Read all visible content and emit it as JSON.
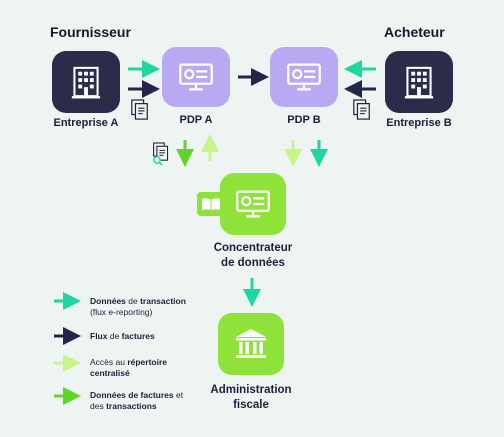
{
  "roles": {
    "supplier": "Fournisseur",
    "buyer": "Acheteur"
  },
  "nodes": {
    "company_a": "Entreprise A",
    "pdp_a": "PDP A",
    "pdp_b": "PDP B",
    "company_b": "Entreprise B",
    "hub_line1": "Concentrateur",
    "hub_line2": "de données",
    "admin_line1": "Administration",
    "admin_line2": "fiscale"
  },
  "legend": {
    "transaction_bold1": "Données",
    "transaction_mid": " de ",
    "transaction_bold2": "transaction",
    "transaction_sub": "(flux e-reporting)",
    "invoice_bold1": "Flux",
    "invoice_mid": " de ",
    "invoice_bold2": "factures",
    "directory_plain": "Accès au ",
    "directory_bold1": "répertoire",
    "directory_bold2": "centralisé",
    "invoicedata_bold1": "Données de factures",
    "invoicedata_mid": " et",
    "invoicedata_mid2": "des ",
    "invoicedata_bold2": "transactions"
  },
  "colors": {
    "teal": "#1fd6a0",
    "navy": "#23254a",
    "light_green": "#c7f58a",
    "green": "#5fd52a",
    "dark_node": "#2a2c4a",
    "pdp_node": "#b9a9f2",
    "hub_node": "#8ee23a",
    "background": "#eef4f2"
  },
  "icons": [
    "building-icon",
    "monitor-icon",
    "document-icon",
    "search-document-icon",
    "book-icon",
    "government-building-icon"
  ]
}
